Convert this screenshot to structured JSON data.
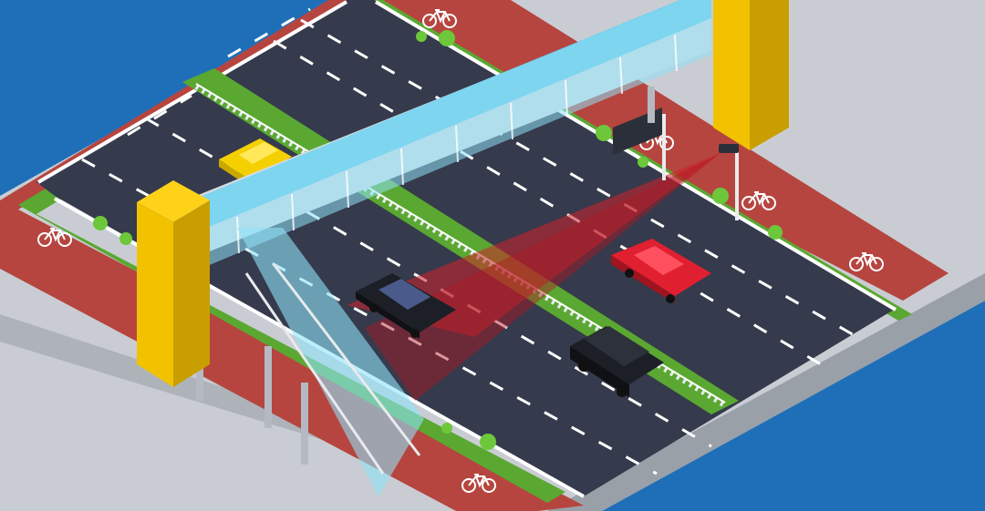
{
  "scene": {
    "description_label": "",
    "colors": {
      "background": "#1f6fb8",
      "sidewalk": "#c9cdd3",
      "sidewalk_edge": "#9aa0a8",
      "road": "#353a4c",
      "lane_marking": "#ffffff",
      "bike_lane": "#b6453f",
      "grass": "#5aa832",
      "bridge_glass": "#5fd3f5",
      "bridge_frame": "#d7dadf",
      "tower": "#f2c200",
      "camera_beam": "#d0202a",
      "sign_board": "#2b2f3a",
      "car_red": "#e02030",
      "car_yellow": "#f4d000",
      "car_black": "#1c1f26"
    },
    "icons": [
      "bicycle-icon",
      "camera-icon",
      "tree-icon",
      "car-icon"
    ],
    "vehicles": [
      {
        "name": "yellow-sports-car",
        "color": "car_yellow"
      },
      {
        "name": "black-sedan",
        "color": "car_black"
      },
      {
        "name": "red-sedan",
        "color": "car_red"
      },
      {
        "name": "black-suv",
        "color": "car_black"
      }
    ]
  }
}
